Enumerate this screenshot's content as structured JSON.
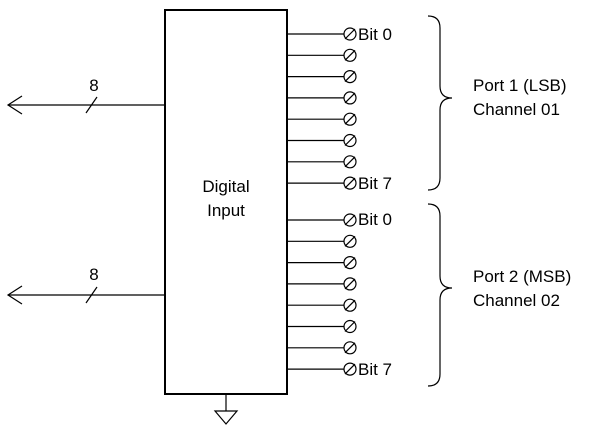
{
  "block": {
    "line1": "Digital",
    "line2": "Input"
  },
  "buses": [
    {
      "width_label": "8"
    },
    {
      "width_label": "8"
    }
  ],
  "ports": [
    {
      "name": "Port 1 (LSB)",
      "channel": "Channel 01",
      "first_bit_label": "Bit 0",
      "last_bit_label": "Bit 7",
      "terminals": 8
    },
    {
      "name": "Port 2 (MSB)",
      "channel": "Channel 02",
      "first_bit_label": "Bit 0",
      "last_bit_label": "Bit 7",
      "terminals": 8
    }
  ],
  "ground": {
    "icon": "ground-triangle-icon"
  }
}
